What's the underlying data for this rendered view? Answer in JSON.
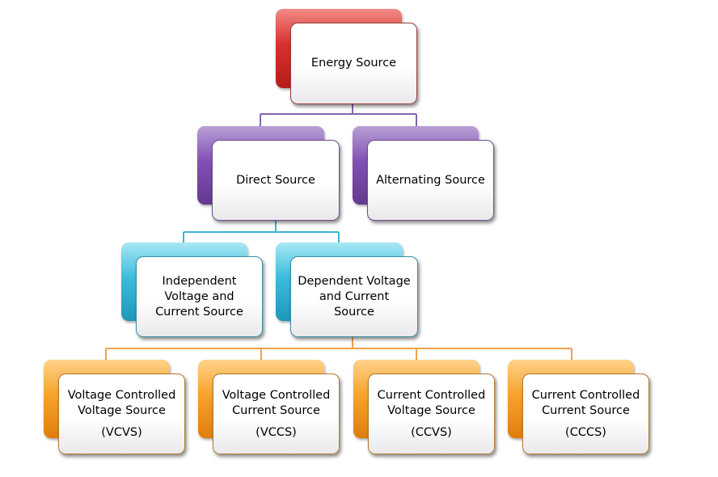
{
  "diagram": {
    "colors": {
      "level1": "#d9302c",
      "level2": "#8250b5",
      "level3": "#3bbcdc",
      "level4": "#f7a32a"
    },
    "root": {
      "label": "Energy Source"
    },
    "level2": [
      {
        "label": "Direct Source"
      },
      {
        "label": "Alternating Source"
      }
    ],
    "level3": [
      {
        "label": "Independent Voltage and Current Source"
      },
      {
        "label": "Dependent Voltage and Current Source"
      }
    ],
    "level4": [
      {
        "label": "Voltage Controlled Voltage Source",
        "abbr": "(VCVS)"
      },
      {
        "label": "Voltage Controlled Current Source",
        "abbr": "(VCCS)"
      },
      {
        "label": "Current Controlled Voltage Source",
        "abbr": "(CCVS)"
      },
      {
        "label": "Current Controlled Current Source",
        "abbr": "(CCCS)"
      }
    ]
  }
}
